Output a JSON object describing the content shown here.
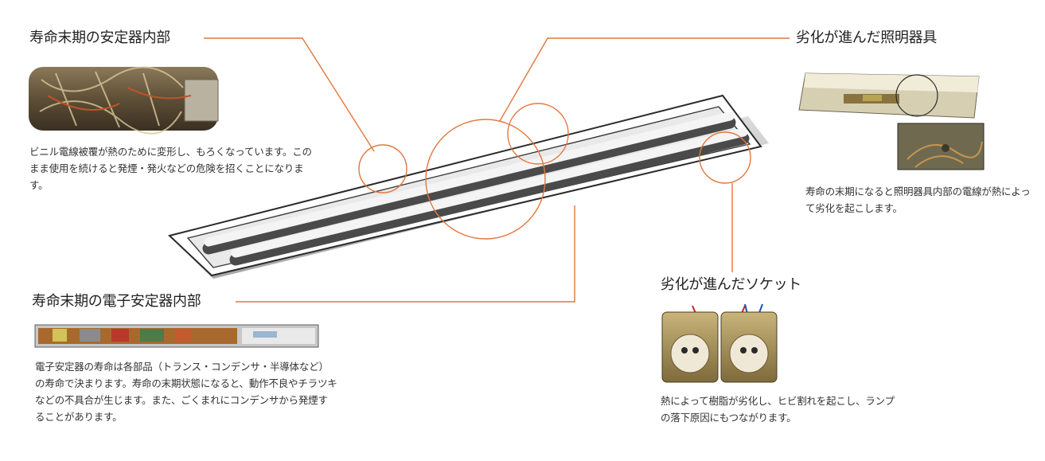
{
  "colors": {
    "accent": "#e2763f",
    "fixture_outline": "#2a2a2a",
    "lamp_dark": "#4a4a4a",
    "lamp_light": "#f4f4f4"
  },
  "sections": {
    "ballast_old": {
      "heading": "寿命末期の安定器内部",
      "description": "ビニル電線被覆が熱のために変形し、もろくなっています。このまま使用を続けると発煙・発火などの危険を招くことになります。"
    },
    "fixture_old": {
      "heading": "劣化が進んだ照明器具",
      "description": "寿命の末期になると照明器具内部の電線が熱によって劣化を起こします。"
    },
    "electronic_ballast": {
      "heading": "寿命末期の電子安定器内部",
      "description": "電子安定器の寿命は各部品（トランス・コンデンサ・半導体など）の寿命で決まります。寿命の末期状態になると、動作不良やチラツキなどの不具合が生じます。また、ごくまれにコンデンサから発煙することがあります。"
    },
    "socket_old": {
      "heading": "劣化が進んだソケット",
      "description": "熱によって樹脂が劣化し、ヒビ割れを起こし、ランプの落下原因にもつながります。"
    }
  }
}
